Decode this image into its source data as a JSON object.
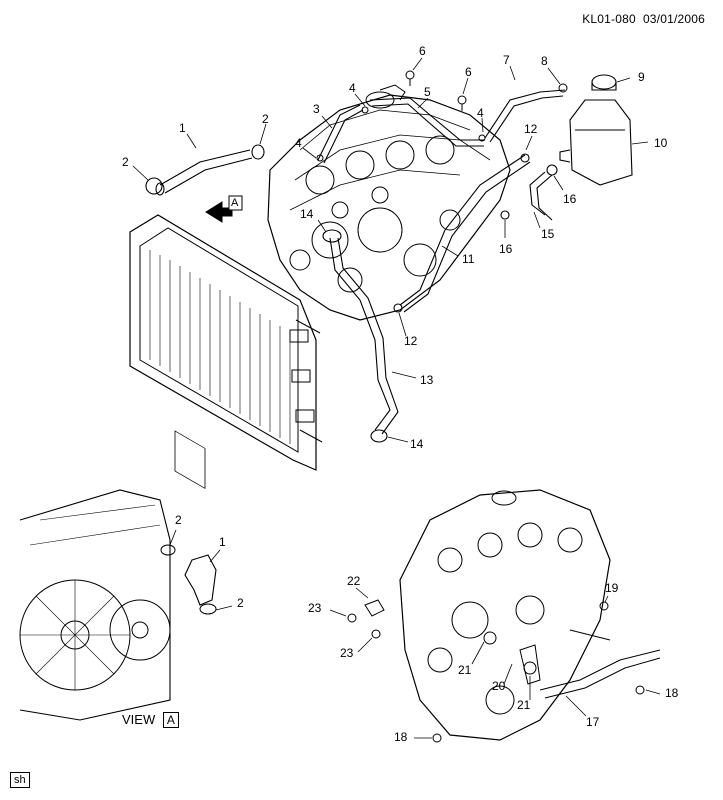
{
  "header": {
    "code": "KL01-080",
    "date": "03/01/2006"
  },
  "view_label": "VIEW",
  "view_letter": "A",
  "arrow_letter": "A",
  "footer_tag": "sh",
  "callouts": [
    "1",
    "2",
    "2",
    "3",
    "4",
    "4",
    "4",
    "5",
    "6",
    "6",
    "7",
    "8",
    "9",
    "10",
    "11",
    "12",
    "12",
    "13",
    "14",
    "14",
    "15",
    "16",
    "16",
    "1",
    "2",
    "2",
    "17",
    "18",
    "18",
    "19",
    "20",
    "21",
    "21",
    "22",
    "23",
    "23"
  ]
}
